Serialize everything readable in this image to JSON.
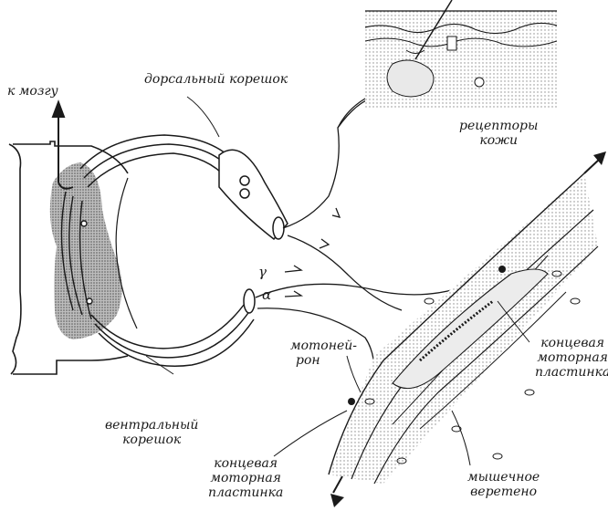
{
  "labels": {
    "to_brain": "к мозгу",
    "dorsal_root": "дорсальный корешок",
    "skin_receptors": [
      "рецепторы",
      "кожи"
    ],
    "gamma": "γ",
    "alpha": "α",
    "motoneuron": [
      "мотоней-",
      "рон"
    ],
    "ventral_root": [
      "вентральный",
      "корешок"
    ],
    "motor_endplate_right": [
      "концевая",
      "моторная",
      "пластинка"
    ],
    "motor_endplate_bottom": [
      "концевая",
      "моторная",
      "пластинка"
    ],
    "muscle_spindle": [
      "мышечное",
      "веретено"
    ]
  },
  "colors": {
    "ink": "#1a1a1a",
    "grey_matter": "#9a9a9a",
    "stipple": "#cfcfcf"
  }
}
